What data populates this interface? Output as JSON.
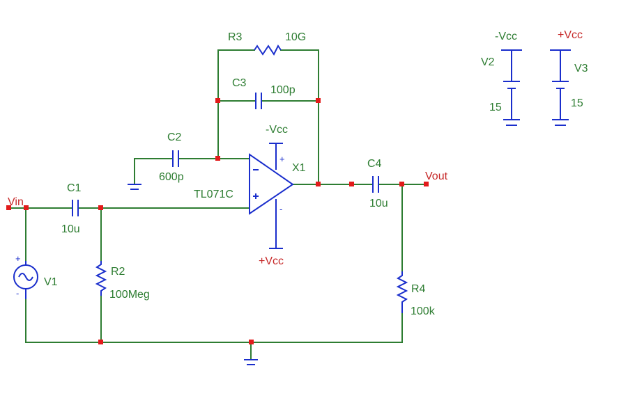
{
  "components": {
    "R3": {
      "ref": "R3",
      "value": "10G"
    },
    "C3": {
      "ref": "C3",
      "value": "100p"
    },
    "C2": {
      "ref": "C2",
      "value": "600p"
    },
    "C1": {
      "ref": "C1",
      "value": "10u"
    },
    "C4": {
      "ref": "C4",
      "value": "10u"
    },
    "R2": {
      "ref": "R2",
      "value": "100Meg"
    },
    "R4": {
      "ref": "R4",
      "value": "100k"
    },
    "X1": {
      "ref": "X1",
      "value": "TL071C"
    },
    "V1": {
      "ref": "V1"
    },
    "V2": {
      "ref": "V2",
      "value": "15"
    },
    "V3": {
      "ref": "V3",
      "value": "15"
    }
  },
  "nets": {
    "vin": "Vin",
    "vout": "Vout",
    "neg_supply": "-Vcc",
    "pos_supply": "+Vcc"
  },
  "polarity": {
    "plus": "+",
    "minus": "-"
  },
  "colors": {
    "wire": "#2e7d32",
    "component": "#1a2ecc",
    "node": "#e21b1b",
    "net_label": "#c62828"
  }
}
